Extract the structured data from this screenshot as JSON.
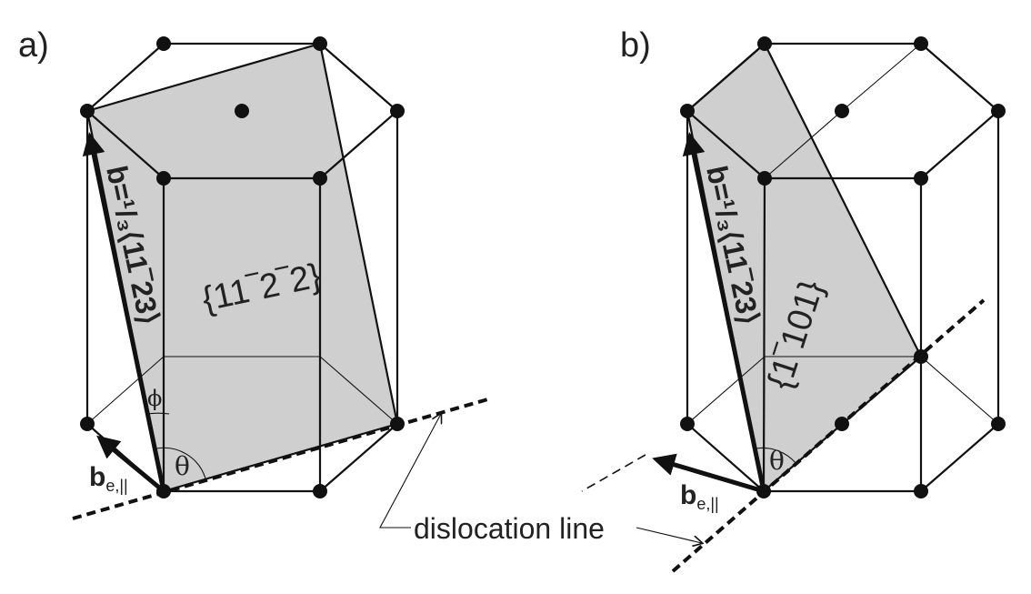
{
  "panels": {
    "a": {
      "label": "a)",
      "plane_label": "{11‾2‾2}",
      "burgers_label": "b=¹/₃⟨11‾23⟩",
      "edge_label": "b",
      "edge_sub": "e,||",
      "theta": "θ",
      "phi": "ϕ"
    },
    "b": {
      "label": "b)",
      "plane_label": "{1‾101}",
      "burgers_label": "b=¹/₃⟨11‾23⟩",
      "edge_label": "b",
      "edge_sub": "e,||",
      "theta": "θ"
    }
  },
  "annotation": "dislocation line"
}
